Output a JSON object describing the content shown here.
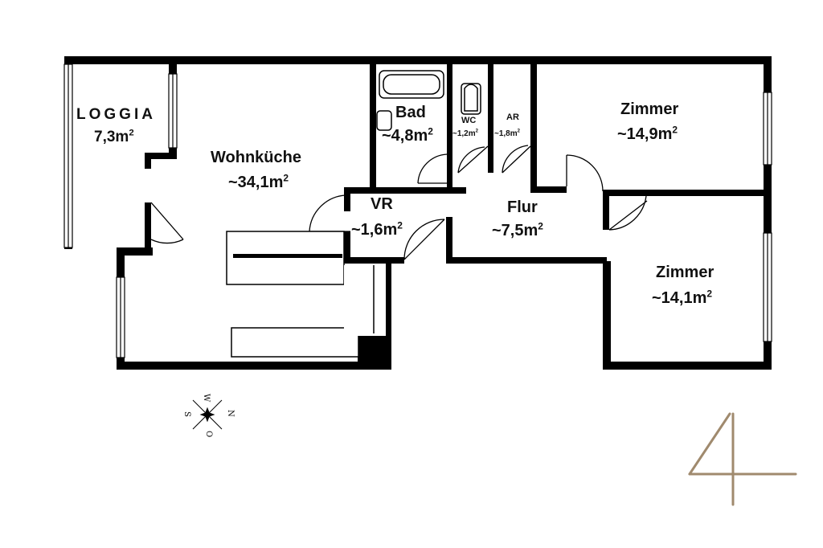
{
  "rooms": {
    "loggia": {
      "name": "LOGGIA",
      "area": "7,3m"
    },
    "wohnkueche": {
      "name": "Wohnküche",
      "area": "~34,1m"
    },
    "bad": {
      "name": "Bad",
      "area": "~4,8m"
    },
    "wc": {
      "name": "WC",
      "area": "~1,2m"
    },
    "ar": {
      "name": "AR",
      "area": "~1,8m"
    },
    "zimmer1": {
      "name": "Zimmer",
      "area": "~14,9m"
    },
    "vr": {
      "name": "VR",
      "area": "~1,6m"
    },
    "flur": {
      "name": "Flur",
      "area": "~7,5m"
    },
    "zimmer2": {
      "name": "Zimmer",
      "area": "~14,1m"
    }
  },
  "area_exponent": "2",
  "compass": {
    "n": "N",
    "s": "S",
    "w": "W",
    "o": "O"
  },
  "logo": {
    "mark": "4",
    "color": "#a08a6e"
  },
  "colors": {
    "wall": "#000000",
    "background": "#ffffff"
  }
}
